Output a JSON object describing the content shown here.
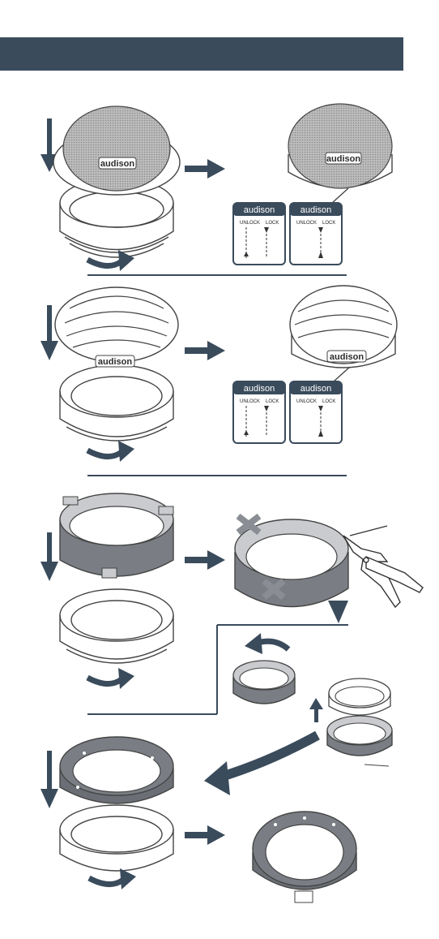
{
  "header": {
    "color": "#3a4b5c"
  },
  "brand": {
    "logo_text": "audison"
  },
  "lock_panel": {
    "left_label": "UNLOCK",
    "right_label": "LOCK"
  },
  "icons": {
    "down": "arrow-down-icon",
    "right": "arrow-right-icon",
    "rotate": "rotate-arrow-icon",
    "pliers": "pliers-icon",
    "up": "arrow-up-icon"
  },
  "colors": {
    "accent": "#3a4b5c",
    "ring_dark": "#6b6f75",
    "grille": "#9a9a9a",
    "outline": "#444444"
  }
}
